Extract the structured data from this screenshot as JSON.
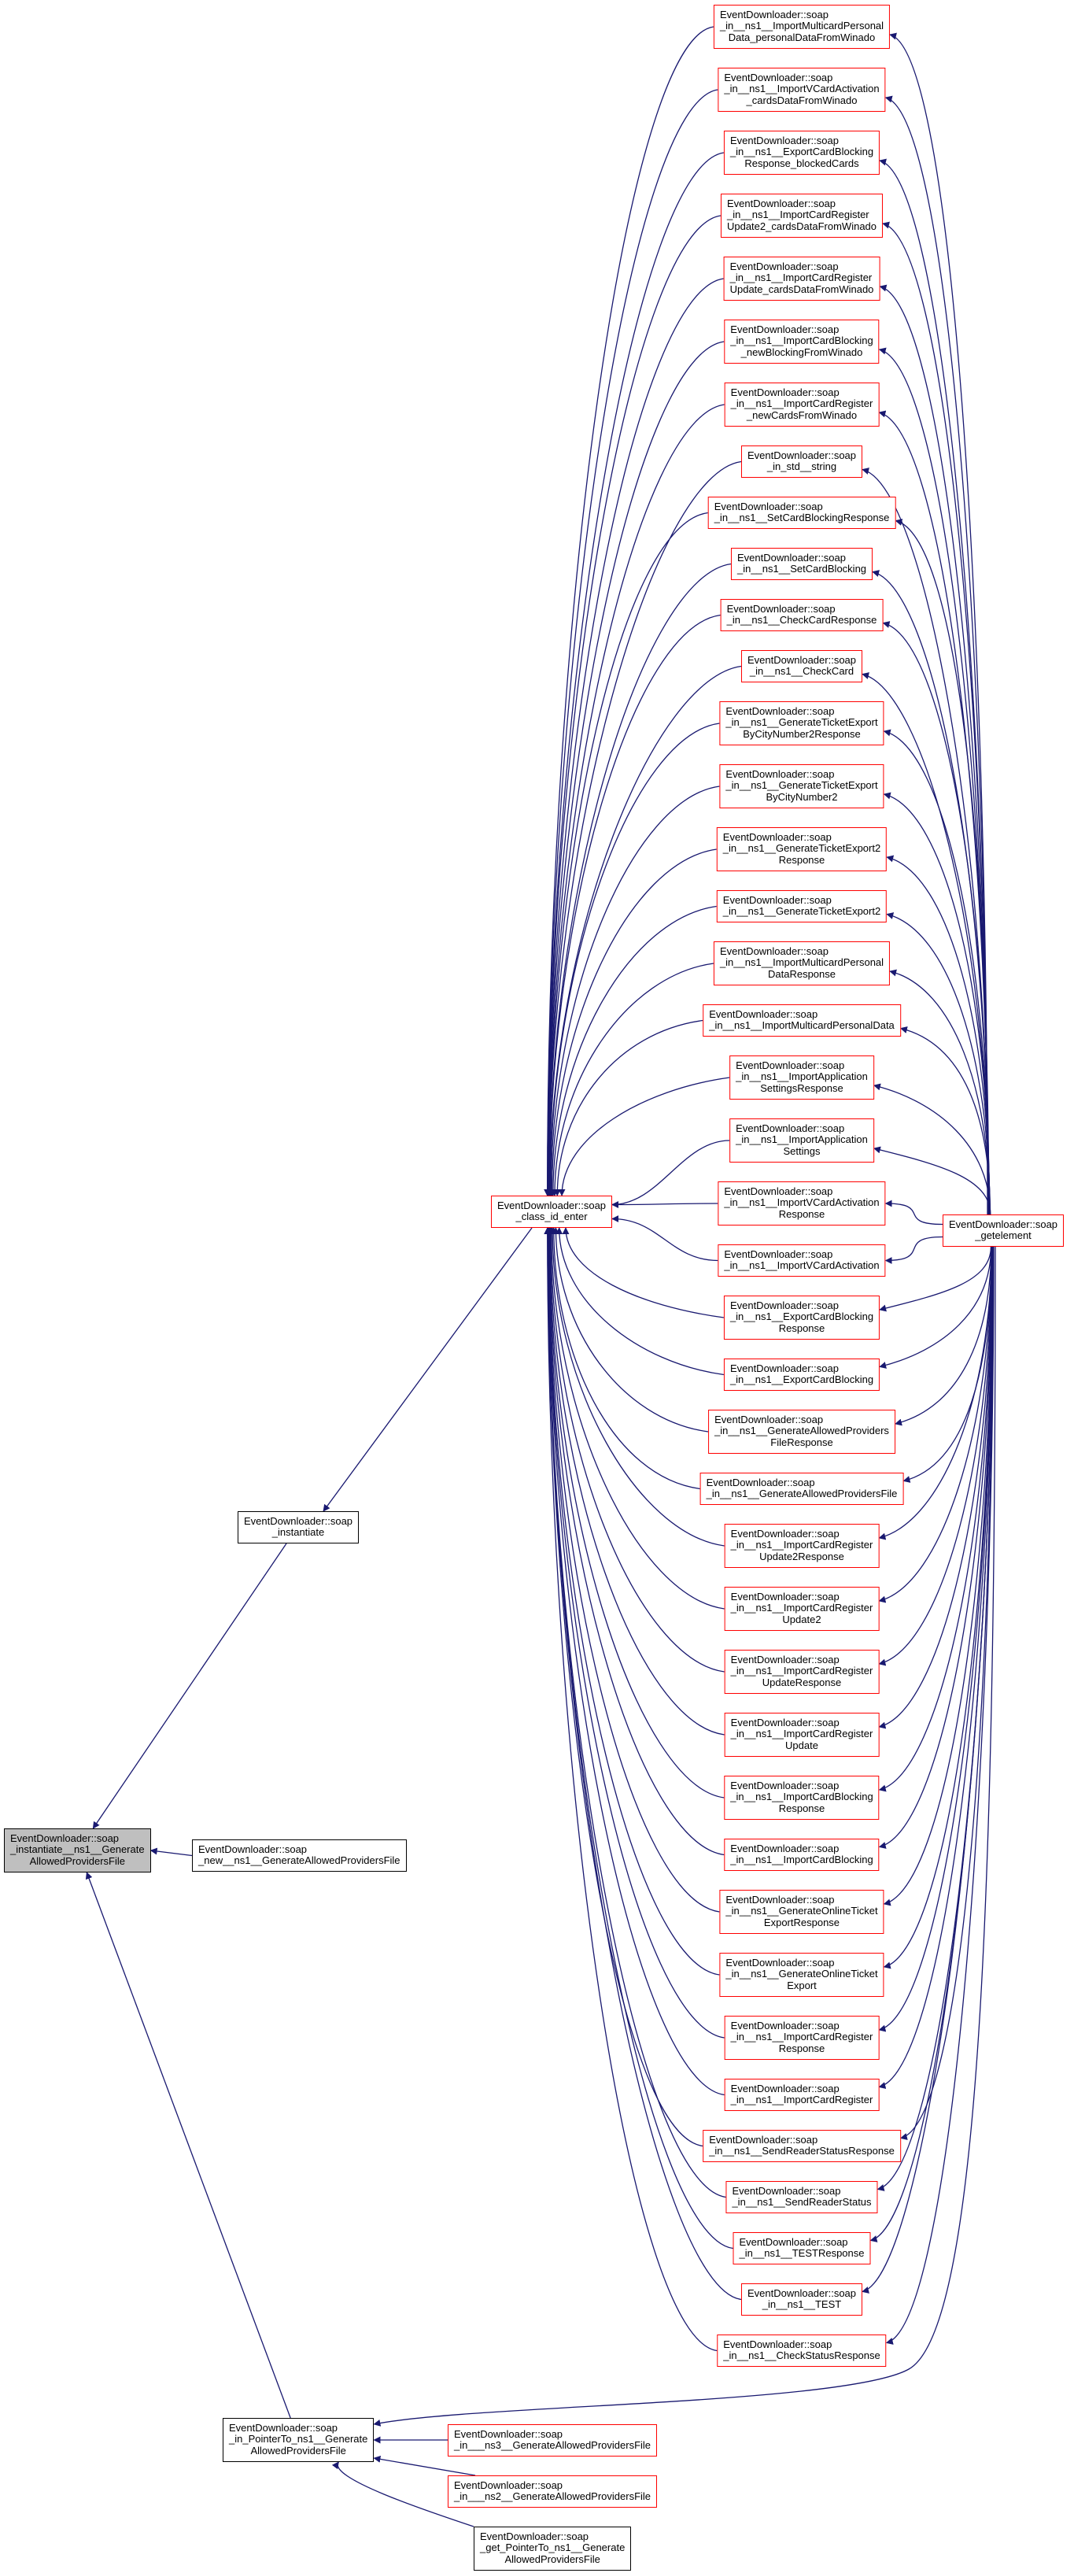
{
  "colors": {
    "edge": "#191970",
    "caller_border": "#ff0000",
    "plain_border": "#000000",
    "focus_fill": "#bfbfbf"
  },
  "focus": {
    "lines": [
      "EventDownloader::soap",
      "_instantiate__ns1__Generate",
      "AllowedProvidersFile"
    ]
  },
  "callers": {
    "new": {
      "lines": [
        "EventDownloader::soap",
        "_new__ns1__GenerateAllowedProvidersFile"
      ]
    },
    "instantiate": {
      "lines": [
        "EventDownloader::soap",
        "_instantiate"
      ]
    },
    "class_id_enter": {
      "lines": [
        "EventDownloader::soap",
        "_class_id_enter"
      ]
    },
    "getelement": {
      "lines": [
        "EventDownloader::soap",
        "_getelement"
      ]
    },
    "pointer": {
      "lines": [
        "EventDownloader::soap",
        "_in_PointerTo_ns1__Generate",
        "AllowedProvidersFile"
      ]
    },
    "ns3": {
      "lines": [
        "EventDownloader::soap",
        "_in___ns3__GenerateAllowedProvidersFile"
      ]
    },
    "ns2": {
      "lines": [
        "EventDownloader::soap",
        "_in___ns2__GenerateAllowedProvidersFile"
      ]
    },
    "get_pointer": {
      "lines": [
        "EventDownloader::soap",
        "_get_PointerTo_ns1__Generate",
        "AllowedProvidersFile"
      ]
    }
  },
  "middle": {
    "nodes": [
      {
        "lines": [
          "EventDownloader::soap",
          "_in__ns1__ImportMulticardPersonal",
          "Data_personalDataFromWinado"
        ]
      },
      {
        "lines": [
          "EventDownloader::soap",
          "_in__ns1__ImportVCardActivation",
          "_cardsDataFromWinado"
        ]
      },
      {
        "lines": [
          "EventDownloader::soap",
          "_in__ns1__ExportCardBlocking",
          "Response_blockedCards"
        ]
      },
      {
        "lines": [
          "EventDownloader::soap",
          "_in__ns1__ImportCardRegister",
          "Update2_cardsDataFromWinado"
        ]
      },
      {
        "lines": [
          "EventDownloader::soap",
          "_in__ns1__ImportCardRegister",
          "Update_cardsDataFromWinado"
        ]
      },
      {
        "lines": [
          "EventDownloader::soap",
          "_in__ns1__ImportCardBlocking",
          "_newBlockingFromWinado"
        ]
      },
      {
        "lines": [
          "EventDownloader::soap",
          "_in__ns1__ImportCardRegister",
          "_newCardsFromWinado"
        ]
      },
      {
        "lines": [
          "EventDownloader::soap",
          "_in_std__string"
        ]
      },
      {
        "lines": [
          "EventDownloader::soap",
          "_in__ns1__SetCardBlockingResponse"
        ]
      },
      {
        "lines": [
          "EventDownloader::soap",
          "_in__ns1__SetCardBlocking"
        ]
      },
      {
        "lines": [
          "EventDownloader::soap",
          "_in__ns1__CheckCardResponse"
        ]
      },
      {
        "lines": [
          "EventDownloader::soap",
          "_in__ns1__CheckCard"
        ]
      },
      {
        "lines": [
          "EventDownloader::soap",
          "_in__ns1__GenerateTicketExport",
          "ByCityNumber2Response"
        ]
      },
      {
        "lines": [
          "EventDownloader::soap",
          "_in__ns1__GenerateTicketExport",
          "ByCityNumber2"
        ]
      },
      {
        "lines": [
          "EventDownloader::soap",
          "_in__ns1__GenerateTicketExport2",
          "Response"
        ]
      },
      {
        "lines": [
          "EventDownloader::soap",
          "_in__ns1__GenerateTicketExport2"
        ]
      },
      {
        "lines": [
          "EventDownloader::soap",
          "_in__ns1__ImportMulticardPersonal",
          "DataResponse"
        ]
      },
      {
        "lines": [
          "EventDownloader::soap",
          "_in__ns1__ImportMulticardPersonalData"
        ]
      },
      {
        "lines": [
          "EventDownloader::soap",
          "_in__ns1__ImportApplication",
          "SettingsResponse"
        ]
      },
      {
        "lines": [
          "EventDownloader::soap",
          "_in__ns1__ImportApplication",
          "Settings"
        ]
      },
      {
        "lines": [
          "EventDownloader::soap",
          "_in__ns1__ImportVCardActivation",
          "Response"
        ]
      },
      {
        "lines": [
          "EventDownloader::soap",
          "_in__ns1__ImportVCardActivation"
        ]
      },
      {
        "lines": [
          "EventDownloader::soap",
          "_in__ns1__ExportCardBlocking",
          "Response"
        ]
      },
      {
        "lines": [
          "EventDownloader::soap",
          "_in__ns1__ExportCardBlocking"
        ]
      },
      {
        "lines": [
          "EventDownloader::soap",
          "_in__ns1__GenerateAllowedProviders",
          "FileResponse"
        ]
      },
      {
        "lines": [
          "EventDownloader::soap",
          "_in__ns1__GenerateAllowedProvidersFile"
        ]
      },
      {
        "lines": [
          "EventDownloader::soap",
          "_in__ns1__ImportCardRegister",
          "Update2Response"
        ]
      },
      {
        "lines": [
          "EventDownloader::soap",
          "_in__ns1__ImportCardRegister",
          "Update2"
        ]
      },
      {
        "lines": [
          "EventDownloader::soap",
          "_in__ns1__ImportCardRegister",
          "UpdateResponse"
        ]
      },
      {
        "lines": [
          "EventDownloader::soap",
          "_in__ns1__ImportCardRegister",
          "Update"
        ]
      },
      {
        "lines": [
          "EventDownloader::soap",
          "_in__ns1__ImportCardBlocking",
          "Response"
        ]
      },
      {
        "lines": [
          "EventDownloader::soap",
          "_in__ns1__ImportCardBlocking"
        ]
      },
      {
        "lines": [
          "EventDownloader::soap",
          "_in__ns1__GenerateOnlineTicket",
          "ExportResponse"
        ]
      },
      {
        "lines": [
          "EventDownloader::soap",
          "_in__ns1__GenerateOnlineTicket",
          "Export"
        ]
      },
      {
        "lines": [
          "EventDownloader::soap",
          "_in__ns1__ImportCardRegister",
          "Response"
        ]
      },
      {
        "lines": [
          "EventDownloader::soap",
          "_in__ns1__ImportCardRegister"
        ]
      },
      {
        "lines": [
          "EventDownloader::soap",
          "_in__ns1__SendReaderStatusResponse"
        ]
      },
      {
        "lines": [
          "EventDownloader::soap",
          "_in__ns1__SendReaderStatus"
        ]
      },
      {
        "lines": [
          "EventDownloader::soap",
          "_in__ns1__TESTResponse"
        ]
      },
      {
        "lines": [
          "EventDownloader::soap",
          "_in__ns1__TEST"
        ]
      },
      {
        "lines": [
          "EventDownloader::soap",
          "_in__ns1__CheckStatusResponse"
        ]
      }
    ]
  }
}
